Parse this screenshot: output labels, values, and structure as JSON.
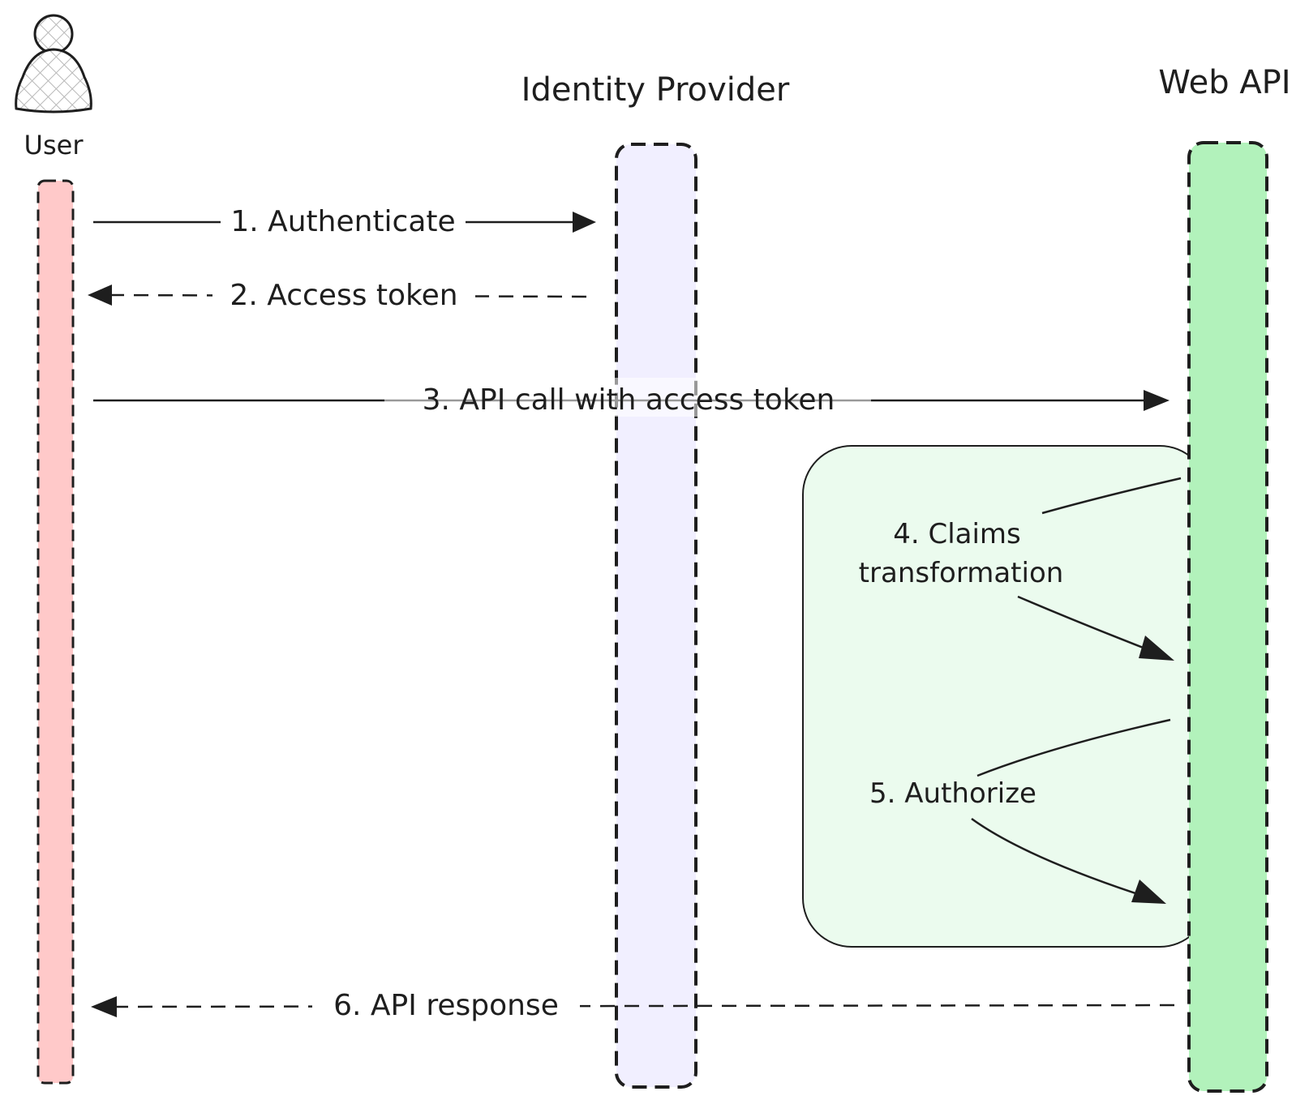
{
  "actors": {
    "user": {
      "label": "User",
      "icon": "person-icon",
      "lifeline_color": "#ffc9c9"
    },
    "identity_provider": {
      "label": "Identity Provider",
      "lifeline_color": "#f1efff"
    },
    "web_api": {
      "label": "Web API",
      "lifeline_color": "#b2f2bb"
    }
  },
  "messages": [
    {
      "label": "1. Authenticate",
      "from": "User",
      "to": "Identity Provider",
      "style": "solid"
    },
    {
      "label": "2. Access token",
      "from": "Identity Provider",
      "to": "User",
      "style": "dashed"
    },
    {
      "label": "3. API call with access token",
      "from": "User",
      "to": "Web API",
      "style": "solid"
    },
    {
      "label": "6. API response",
      "from": "Web API",
      "to": "User",
      "style": "dashed"
    }
  ],
  "self_calls": {
    "claims": {
      "line1": "4. Claims",
      "line2": "transformation"
    },
    "authorize": {
      "label": "5. Authorize"
    }
  },
  "group_box_color": "#ebfbee",
  "stroke_color": "#1e1e1e"
}
